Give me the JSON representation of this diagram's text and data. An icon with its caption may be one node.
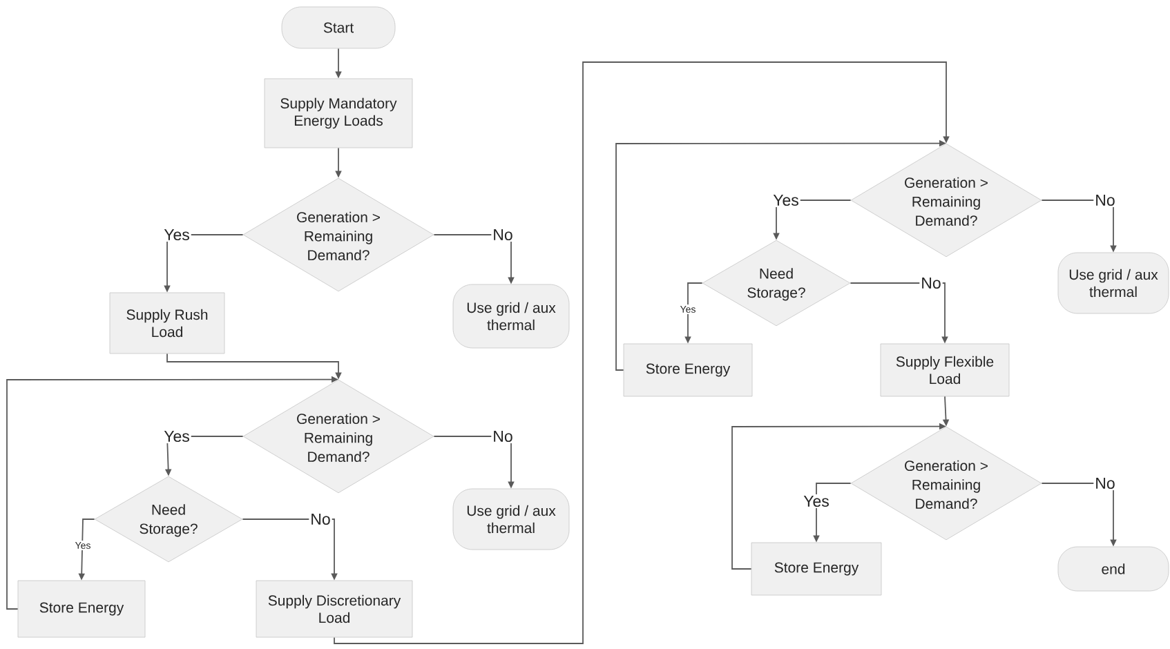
{
  "diagram": {
    "nodes": [
      {
        "text": [
          "Start"
        ]
      },
      {
        "text": [
          "Supply Mandatory Energy Loads"
        ]
      },
      {
        "text": [
          "Generation > Remaining Demand?"
        ]
      },
      {
        "text": [
          "Supply Rush Load"
        ]
      },
      {
        "text": [
          "Use grid / aux thermal"
        ]
      },
      {
        "text": [
          "Generation > Remaining Demand?"
        ]
      },
      {
        "text": [
          "Need Storage?"
        ]
      },
      {
        "text": [
          "Use grid / aux thermal"
        ]
      },
      {
        "text": [
          "Store Energy"
        ]
      },
      {
        "text": [
          "Supply Discretionary Load"
        ]
      },
      {
        "text": [
          "Generation > Remaining Demand?"
        ]
      },
      {
        "text": [
          "Need Storage?"
        ]
      },
      {
        "text": [
          "Use grid / aux thermal"
        ]
      },
      {
        "text": [
          "Store Energy"
        ]
      },
      {
        "text": [
          "Supply Flexible Load"
        ]
      },
      {
        "text": [
          "Generation > Remaining Demand?"
        ]
      },
      {
        "text": [
          "Store Energy"
        ]
      },
      {
        "text": [
          "end"
        ]
      }
    ],
    "edges": [
      {
        "from": 0,
        "to": 1,
        "arrow": "to"
      },
      {
        "from": 1,
        "to": 2,
        "arrow": "to"
      },
      {
        "from": 2,
        "to": 3,
        "arrow": "to",
        "label": "Yes"
      },
      {
        "from": 2,
        "to": 4,
        "arrow": "to",
        "label": "No"
      },
      {
        "from": 3,
        "to": 5,
        "arrow": "to"
      },
      {
        "from": 5,
        "to": 6,
        "arrow": "to",
        "label": "Yes"
      },
      {
        "from": 5,
        "to": 7,
        "arrow": "to",
        "label": "No"
      },
      {
        "from": 6,
        "to": 8,
        "arrow": "to",
        "label": "Yes"
      },
      {
        "from": 6,
        "to": 9,
        "arrow": "to",
        "label": "No"
      },
      {
        "from": 8,
        "to": 5,
        "arrow": "to"
      },
      {
        "from": 9,
        "to": 10,
        "arrow": "to"
      },
      {
        "from": 10,
        "to": 11,
        "arrow": "to",
        "label": "Yes"
      },
      {
        "from": 10,
        "to": 12,
        "arrow": "to",
        "label": "No"
      },
      {
        "from": 11,
        "to": 13,
        "arrow": "to",
        "label": "Yes"
      },
      {
        "from": 11,
        "to": 14,
        "arrow": "to",
        "label": "No"
      },
      {
        "from": 13,
        "to": 10,
        "arrow": "to"
      },
      {
        "from": 14,
        "to": 15,
        "arrow": "to"
      },
      {
        "from": 15,
        "to": 16,
        "arrow": "to",
        "label": "Yes"
      },
      {
        "from": 15,
        "to": 17,
        "arrow": "to",
        "label": "No"
      },
      {
        "from": 16,
        "to": 15,
        "arrow": "to"
      }
    ]
  }
}
